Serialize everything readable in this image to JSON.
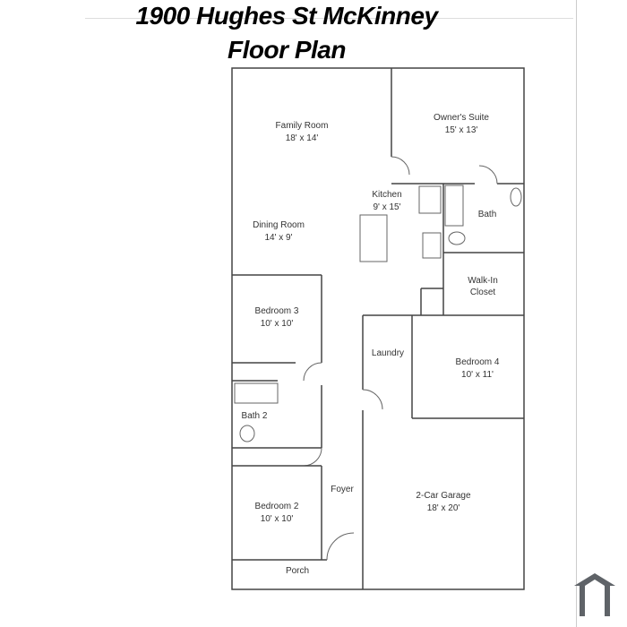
{
  "title": {
    "line1": "1900 Hughes St McKinney",
    "line2": "Floor Plan"
  },
  "rooms": [
    {
      "name": "Family Room",
      "size": "18' x 14'"
    },
    {
      "name": "Owner's Suite",
      "size": "15' x 13'"
    },
    {
      "name": "Kitchen",
      "size": "9' x 15'"
    },
    {
      "name": "Bath",
      "size": ""
    },
    {
      "name": "Dining Room",
      "size": "14' x 9'"
    },
    {
      "name": "Walk-In",
      "size": "Closet"
    },
    {
      "name": "Bedroom 3",
      "size": "10' x 10'"
    },
    {
      "name": "Laundry",
      "size": ""
    },
    {
      "name": "Bedroom 4",
      "size": "10' x 11'"
    },
    {
      "name": "Bath 2",
      "size": ""
    },
    {
      "name": "Foyer",
      "size": ""
    },
    {
      "name": "2-Car Garage",
      "size": "18' x 20'"
    },
    {
      "name": "Bedroom 2",
      "size": "10' x 10'"
    },
    {
      "name": "Porch",
      "size": ""
    }
  ],
  "colors": {
    "wall": "#444444",
    "logo": "#5f6368"
  },
  "logo_icon": "house-icon"
}
